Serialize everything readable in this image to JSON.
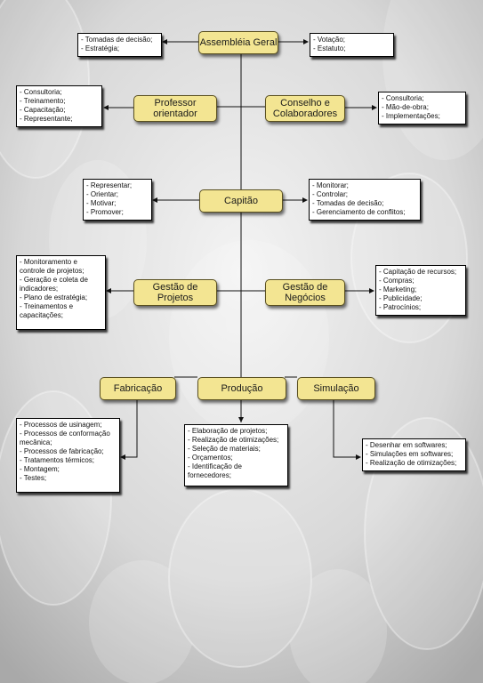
{
  "nodes": {
    "assembleia": "Assembléia Geral",
    "professor": "Professor\norientador",
    "conselho": "Conselho e\nColaboradores",
    "capitao": "Capitão",
    "gestao_projetos": "Gestão de\nProjetos",
    "gestao_negocios": "Gestão de\nNegócios",
    "fabricacao": "Fabricação",
    "producao": "Produção",
    "simulacao": "Simulação"
  },
  "lists": {
    "assembleia_left": [
      "- Tomadas de decisão;",
      "- Estratégia;"
    ],
    "assembleia_right": [
      "- Votação;",
      "- Estatuto;"
    ],
    "professor": [
      "- Consultoria;",
      "- Treinamento;",
      "- Capacitação;",
      "- Representante;"
    ],
    "conselho": [
      "- Consultoria;",
      "- Mão-de-obra;",
      "- Implementações;"
    ],
    "capitao_left": [
      "- Representar;",
      "- Orientar;",
      "- Motivar;",
      "- Promover;"
    ],
    "capitao_right": [
      "- Monitorar;",
      "- Controlar;",
      "- Tomadas de decisão;",
      "- Gerenciamento de conflitos;"
    ],
    "gestao_projetos": [
      "- Monitoramento e\ncontrole de projetos;",
      "- Geração e coleta de\nindicadores;",
      "- Plano de estratégia;",
      "- Treinamentos e\ncapacitações;"
    ],
    "gestao_negocios": [
      "- Capitação de recursos;",
      "- Compras;",
      "- Marketing;",
      "- Publicidade;",
      "- Patrocínios;"
    ],
    "fabricacao": [
      "- Processos de usinagem;",
      "- Processos de conformação\nmecânica;",
      "- Processos de fabricação;",
      "- Tratamentos térmicos;",
      "- Montagem;",
      "- Testes;"
    ],
    "producao": [
      "- Elaboração de projetos;",
      "- Realização de otimizações;",
      "- Seleção de materiais;",
      "- Orçamentos;",
      "- Identificação de\nfornecedores;"
    ],
    "simulacao": [
      "- Desenhar em softwares;",
      "- Simulações em softwares;",
      "- Realização de otimizações;"
    ]
  },
  "colors": {
    "node_fill": "#f3e592",
    "node_border": "#5a5020",
    "box_fill": "#ffffff"
  }
}
